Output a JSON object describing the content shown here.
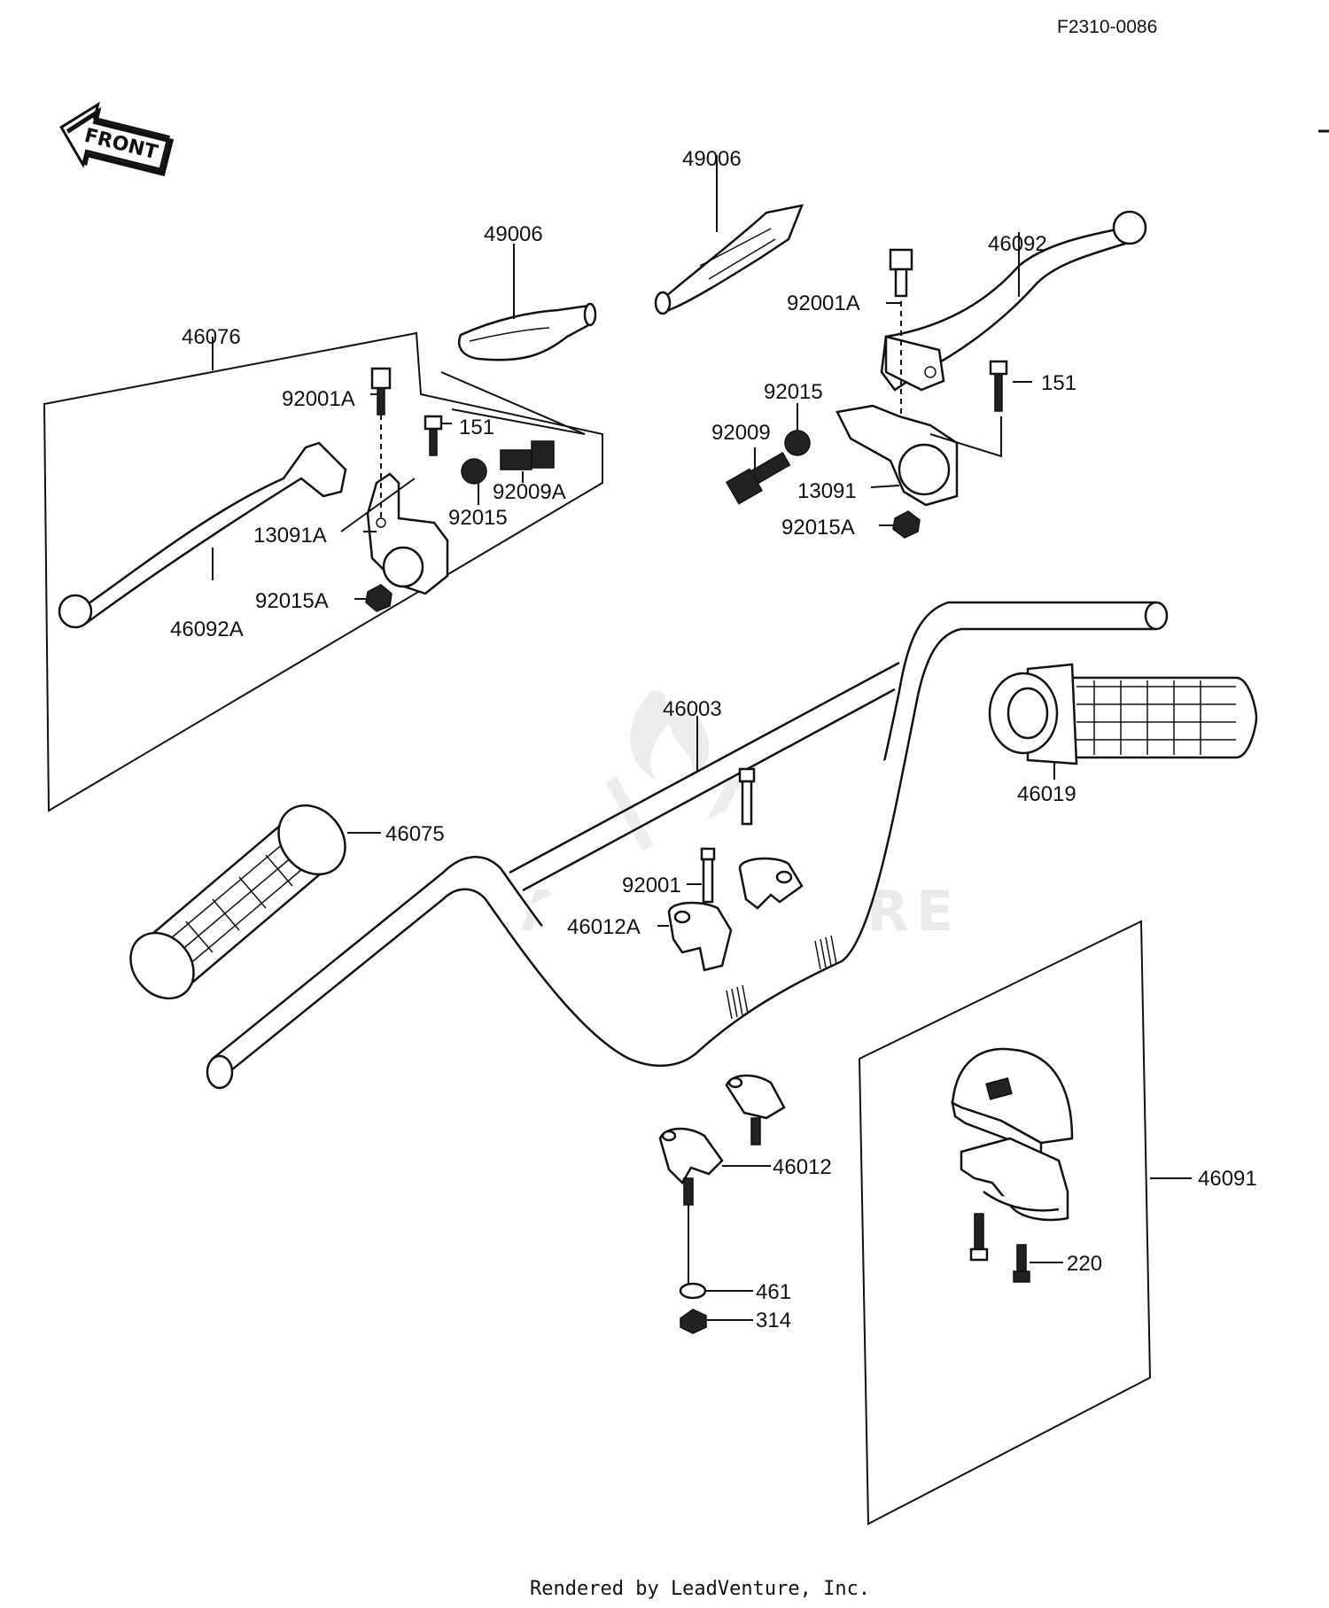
{
  "reference_code": "F2310-0086",
  "front_indicator": "FRONT",
  "watermark": "LEADVENTURE",
  "footer": "Rendered by LeadVenture, Inc.",
  "labels": {
    "p49006_left": "49006",
    "p49006_right": "49006",
    "p46076": "46076",
    "p92001A_left": "92001A",
    "p151_left": "151",
    "p92009A": "92009A",
    "p92015_left": "92015",
    "p13091A": "13091A",
    "p92015A_left": "92015A",
    "p46092A": "46092A",
    "p46092": "46092",
    "p92001A_right": "92001A",
    "p151_right": "151",
    "p92015_right": "92015",
    "p92009": "92009",
    "p13091": "13091",
    "p92015A_right": "92015A",
    "p46003": "46003",
    "p46019": "46019",
    "p46075": "46075",
    "p92001": "92001",
    "p46012A": "46012A",
    "p46012": "46012",
    "p461": "461",
    "p314": "314",
    "p46091": "46091",
    "p220": "220"
  }
}
